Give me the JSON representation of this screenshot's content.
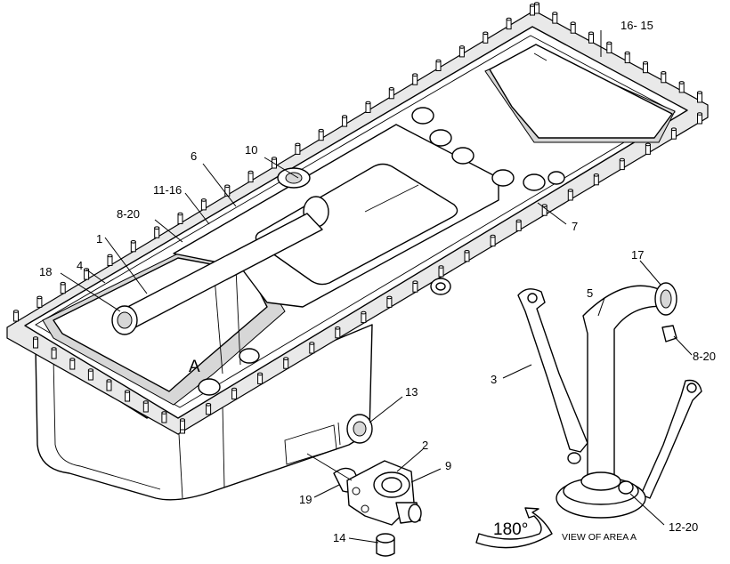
{
  "labels": {
    "l1": "1",
    "l2": "2",
    "l3": "3",
    "l4": "4",
    "l5": "5",
    "l6": "6",
    "l7": "7",
    "l8a": "8-20",
    "l8b": "8-20",
    "l9": "9",
    "l10": "10",
    "l11": "11-16",
    "l12": "12-20",
    "l13": "13",
    "l14": "14",
    "l16": "16- 15",
    "l17": "17",
    "l18": "18",
    "l19": "19",
    "area_marker": "A",
    "view_caption": "VIEW OF AREA A",
    "rotation": "180°"
  }
}
